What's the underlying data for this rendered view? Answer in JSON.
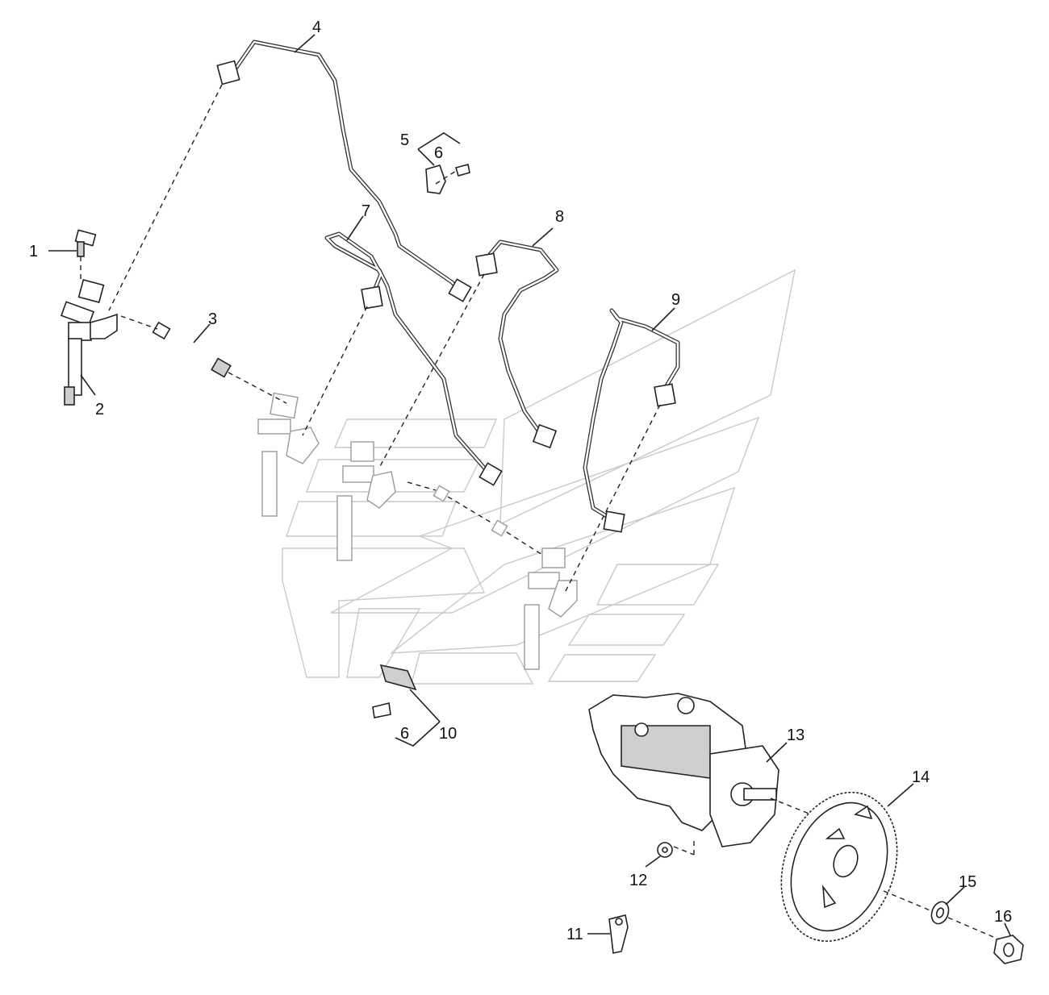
{
  "diagram": {
    "callouts": [
      "1",
      "2",
      "3",
      "4",
      "5",
      "6",
      "7",
      "8",
      "9",
      "6",
      "10",
      "11",
      "12",
      "13",
      "14",
      "15",
      "16"
    ]
  }
}
